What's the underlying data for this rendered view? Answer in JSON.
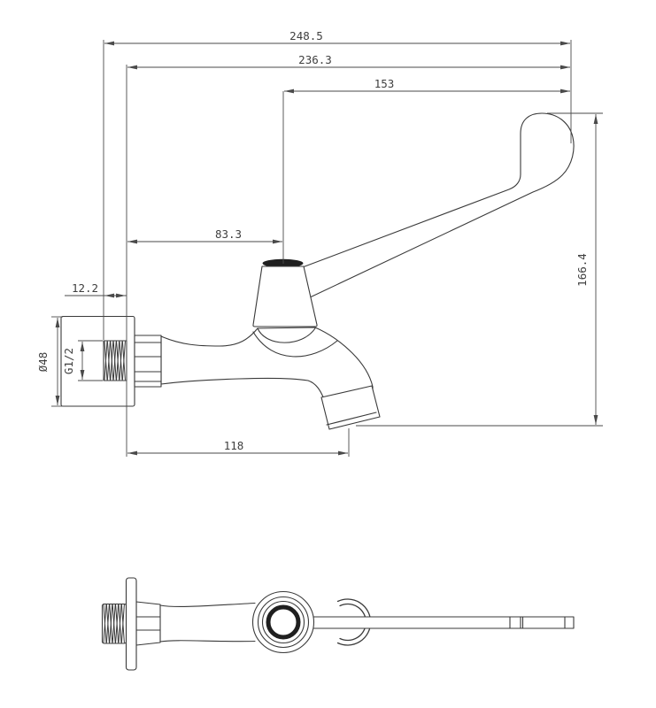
{
  "document": {
    "kind": "technical-drawing",
    "subject": "wall-mounted elbow-lever bibcock tap, dimensioned CAD drawing",
    "views": [
      "front-elevation",
      "top-view"
    ],
    "background": "#ffffff"
  },
  "style": {
    "line_color": "#3a3a3a",
    "dim_color": "#4a4a4a",
    "dark_fill": "#1f1f1f"
  },
  "dimensions": {
    "overall_depth": {
      "label": "248.5"
    },
    "mount_face_depth": {
      "label": "236.3"
    },
    "handle_reach": {
      "label": "153"
    },
    "handle_pivot_offset": {
      "label": "83.3"
    },
    "thread_stickout": {
      "label": "12.2"
    },
    "spout_reach": {
      "label": "118"
    },
    "flange_diameter": {
      "label": "Ø48"
    },
    "inlet_thread": {
      "label": "G1/2"
    },
    "overall_height": {
      "label": "166.4"
    }
  }
}
